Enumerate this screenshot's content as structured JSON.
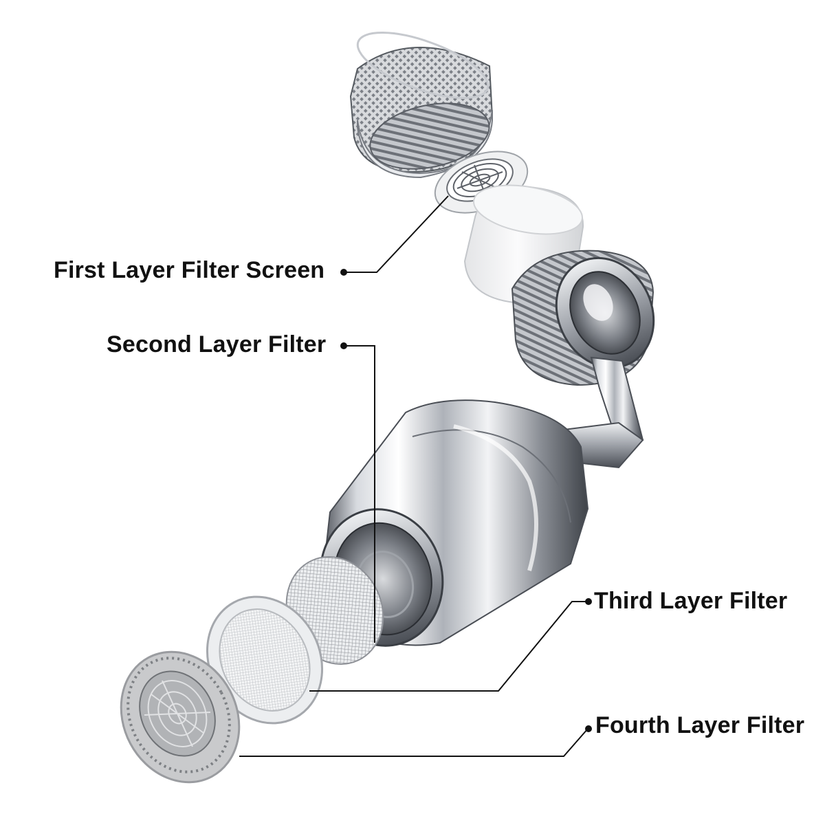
{
  "colors": {
    "leader": "#111111",
    "chrome_light": "#f4f5f7",
    "chrome_mid": "#b9bdc4",
    "chrome_dark": "#4a4e55",
    "filter_white": "#f1f2f3",
    "filter_grey": "#c9cacc",
    "mesh": "#8e9197"
  },
  "labels": {
    "first": "First Layer Filter Screen",
    "second": "Second Layer Filter",
    "third": "Third Layer Filter",
    "fourth": "Fourth Layer Filter"
  }
}
